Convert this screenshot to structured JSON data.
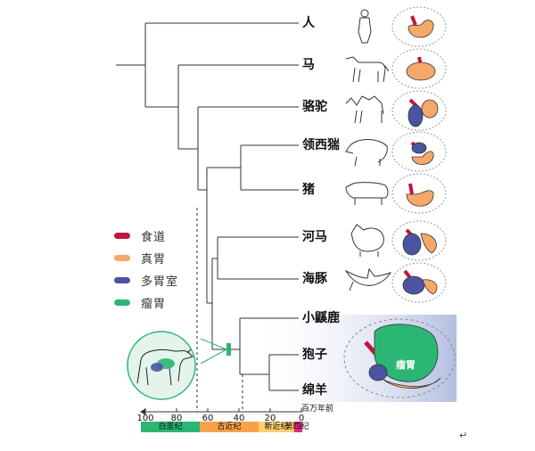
{
  "taxa": [
    "人",
    "马",
    "骆驼",
    "领西猯",
    "猪",
    "河马",
    "海豚",
    "小鼷鹿",
    "狍子",
    "绵羊"
  ],
  "legend": [
    {
      "label": "食道",
      "color": "#c0183a"
    },
    {
      "label": "真胃",
      "color": "#f5a86a"
    },
    {
      "label": "多胃室",
      "color": "#4b54a2"
    },
    {
      "label": "瘤胃",
      "color": "#2bb673"
    }
  ],
  "timeline": {
    "unit_label": "百万年前",
    "ticks": [
      "100",
      "80",
      "60",
      "40",
      "20",
      "0"
    ],
    "periods": [
      {
        "label": "白垩纪",
        "color": "#2bb673"
      },
      {
        "label": "古近纪",
        "color": "#f6a24a"
      },
      {
        "label": "新近纪",
        "color": "#fbd071"
      },
      {
        "label": "第四纪",
        "color": "#e2297a"
      }
    ]
  },
  "callout": {
    "label": "瘤胃"
  },
  "colors": {
    "esophagus": "#c0183a",
    "stomach": "#f5a86a",
    "multichamber": "#4b54a2",
    "rumen": "#2bb673",
    "ruminant_panel": "#cdd4ea"
  },
  "footer_mark": "↵"
}
